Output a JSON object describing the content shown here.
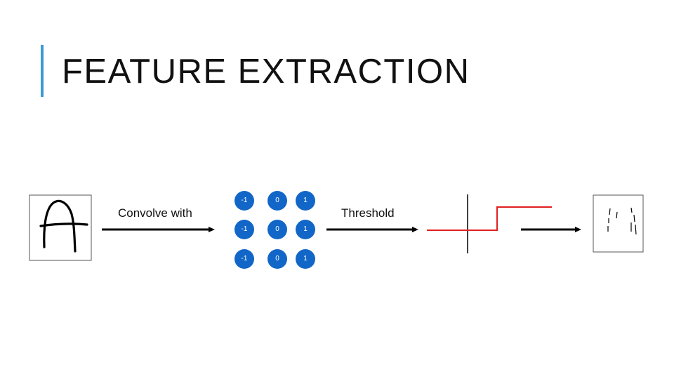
{
  "title": "FEATURE EXTRACTION",
  "labels": {
    "convolve": "Convolve with",
    "threshold": "Threshold"
  },
  "kernel": [
    [
      "-1",
      "0",
      "1"
    ],
    [
      "-1",
      "0",
      "1"
    ],
    [
      "-1",
      "0",
      "1"
    ]
  ],
  "colors": {
    "accent_bar": "#3b9ad6",
    "kernel_fill": "#1166c8",
    "threshold_curve": "#e02020",
    "arrows": "#000000"
  },
  "icons": {
    "input_image": "handwritten-letter-A",
    "output_image": "vertical-edge-map"
  }
}
